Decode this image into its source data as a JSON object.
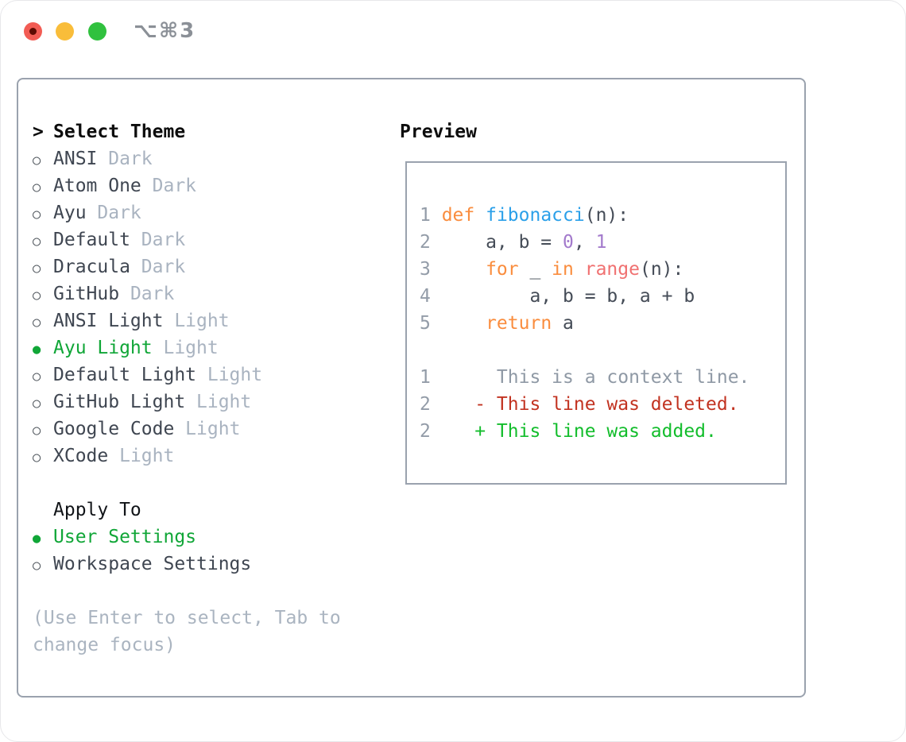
{
  "window": {
    "title": "⌥⌘3",
    "traffic_lights": {
      "red": "#f25c54",
      "red_dot": "#5e0b02",
      "yellow": "#f9bd3a",
      "green": "#30c13e"
    }
  },
  "colors": {
    "panel_border": "#9aa2ae",
    "selected_green": "#10a637",
    "item_text": "#3f4651",
    "variant_text": "#a9b3c0",
    "hint_text": "#aab4c0"
  },
  "theme_panel": {
    "prompt": ">",
    "header": "Select Theme",
    "items": [
      {
        "name": "ANSI",
        "variant": "Dark",
        "selected": false
      },
      {
        "name": "Atom One",
        "variant": "Dark",
        "selected": false
      },
      {
        "name": "Ayu",
        "variant": "Dark",
        "selected": false
      },
      {
        "name": "Default",
        "variant": "Dark",
        "selected": false
      },
      {
        "name": "Dracula",
        "variant": "Dark",
        "selected": false
      },
      {
        "name": "GitHub",
        "variant": "Dark",
        "selected": false
      },
      {
        "name": "ANSI Light",
        "variant": "Light",
        "selected": false
      },
      {
        "name": "Ayu Light",
        "variant": "Light",
        "selected": true
      },
      {
        "name": "Default Light",
        "variant": "Light",
        "selected": false
      },
      {
        "name": "GitHub Light",
        "variant": "Light",
        "selected": false
      },
      {
        "name": "Google Code",
        "variant": "Light",
        "selected": false
      },
      {
        "name": "XCode",
        "variant": "Light",
        "selected": false
      }
    ],
    "apply_to": {
      "header": "Apply To",
      "options": [
        {
          "name": "User Settings",
          "selected": true
        },
        {
          "name": "Workspace Settings",
          "selected": false
        }
      ]
    },
    "hint": "(Use Enter to select, Tab to change focus)"
  },
  "preview": {
    "header": "Preview",
    "palette": {
      "keyword": "#fa8d3e",
      "function": "#2ba0e9",
      "number": "#a37acc",
      "builtin": "#f07171",
      "default": "#454c57",
      "lineno": "#939ca8",
      "context": "#8f99a5",
      "deleted": "#c23321",
      "added": "#13bd2c"
    },
    "lines": [
      {
        "num": "1",
        "segments": [
          {
            "t": "def",
            "c": "keyword"
          },
          {
            "t": " ",
            "c": "default"
          },
          {
            "t": "fibonacci",
            "c": "function"
          },
          {
            "t": "(n):",
            "c": "default"
          }
        ]
      },
      {
        "num": "2",
        "segments": [
          {
            "t": "    a, b = ",
            "c": "default"
          },
          {
            "t": "0",
            "c": "number"
          },
          {
            "t": ", ",
            "c": "default"
          },
          {
            "t": "1",
            "c": "number"
          }
        ]
      },
      {
        "num": "3",
        "segments": [
          {
            "t": "    ",
            "c": "default"
          },
          {
            "t": "for",
            "c": "keyword"
          },
          {
            "t": " _ ",
            "c": "default"
          },
          {
            "t": "in",
            "c": "keyword"
          },
          {
            "t": " ",
            "c": "default"
          },
          {
            "t": "range",
            "c": "builtin"
          },
          {
            "t": "(n):",
            "c": "default"
          }
        ]
      },
      {
        "num": "4",
        "segments": [
          {
            "t": "        a, b = b, a + b",
            "c": "default"
          }
        ]
      },
      {
        "num": "5",
        "segments": [
          {
            "t": "    ",
            "c": "default"
          },
          {
            "t": "return",
            "c": "keyword"
          },
          {
            "t": " a",
            "c": "default"
          }
        ]
      },
      {
        "num": "",
        "segments": []
      },
      {
        "num": "1",
        "segments": [
          {
            "t": "     This is a context line.",
            "c": "context"
          }
        ]
      },
      {
        "num": "2",
        "segments": [
          {
            "t": "   - This line was deleted.",
            "c": "deleted"
          }
        ]
      },
      {
        "num": "2",
        "segments": [
          {
            "t": "   + This line was added.",
            "c": "added"
          }
        ]
      }
    ]
  }
}
